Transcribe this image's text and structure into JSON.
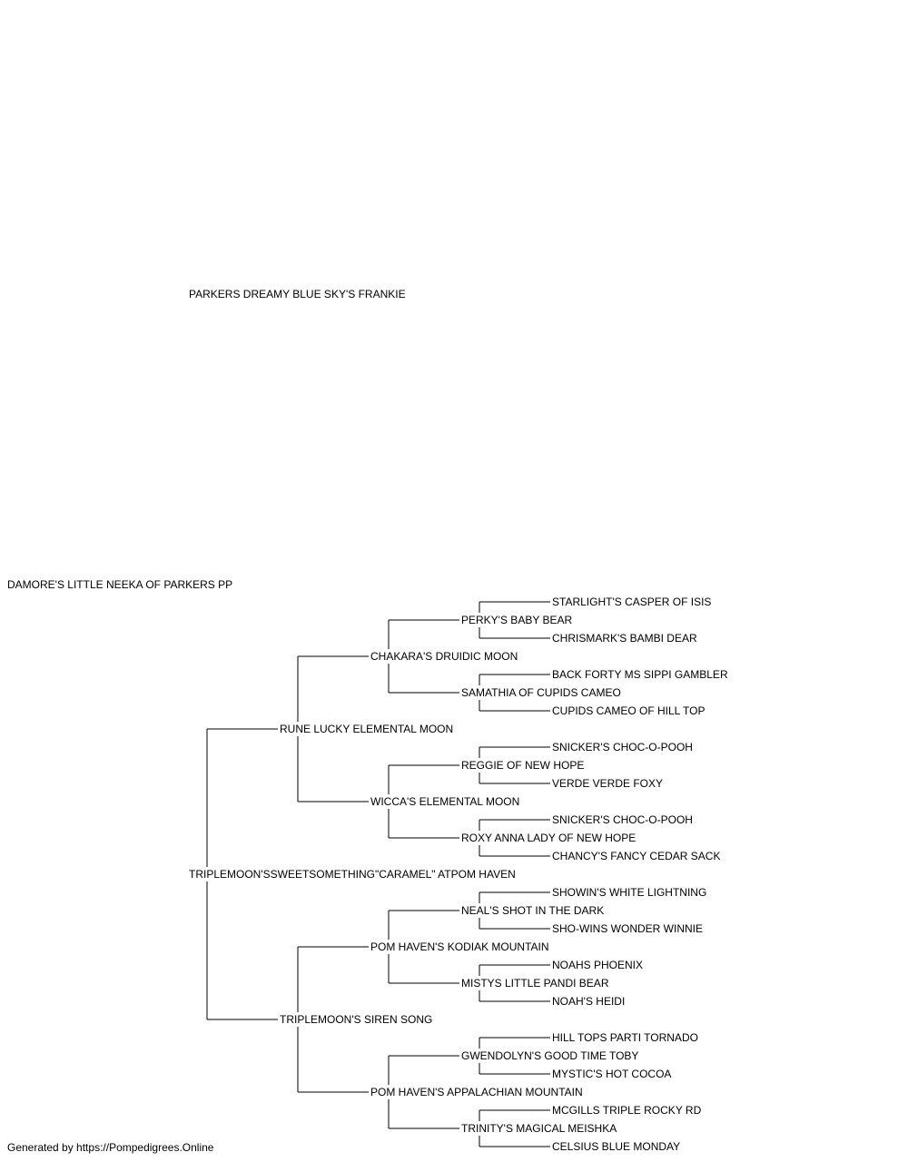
{
  "pedigree": {
    "subject": "DAMORE'S LITTLE NEEKA OF PARKERS PP",
    "sire": "PARKERS DREAMY BLUE SKY'S FRANKIE",
    "dam": {
      "name": "TRIPLEMOON'SSWEETSOMETHING\"CARAMEL\" ATPOM HAVEN",
      "sire": {
        "name": "RUNE LUCKY ELEMENTAL MOON",
        "sire": {
          "name": "CHAKARA'S DRUIDIC MOON",
          "sire": {
            "name": "PERKY'S BABY BEAR",
            "sire": "STARLIGHT'S CASPER OF ISIS",
            "dam": "CHRISMARK'S BAMBI DEAR"
          },
          "dam": {
            "name": "SAMATHIA OF CUPIDS CAMEO",
            "sire": "BACK FORTY MS SIPPI GAMBLER",
            "dam": "CUPIDS CAMEO OF HILL TOP"
          }
        },
        "dam": {
          "name": "WICCA'S ELEMENTAL MOON",
          "sire": {
            "name": "REGGIE OF NEW HOPE",
            "sire": "SNICKER'S CHOC-O-POOH",
            "dam": "VERDE VERDE FOXY"
          },
          "dam": {
            "name": "ROXY ANNA LADY OF NEW HOPE",
            "sire": "SNICKER'S CHOC-O-POOH",
            "dam": "CHANCY'S FANCY CEDAR SACK"
          }
        }
      },
      "dam": {
        "name": "TRIPLEMOON'S SIREN SONG",
        "sire": {
          "name": "POM HAVEN'S KODIAK MOUNTAIN",
          "sire": {
            "name": "NEAL'S SHOT IN THE DARK",
            "sire": "SHOWIN'S WHITE LIGHTNING",
            "dam": "SHO-WINS WONDER WINNIE"
          },
          "dam": {
            "name": "MISTYS LITTLE PANDI BEAR",
            "sire": "NOAHS PHOENIX",
            "dam": "NOAH'S HEIDI"
          }
        },
        "dam": {
          "name": "POM HAVEN'S APPALACHIAN MOUNTAIN",
          "sire": {
            "name": "GWENDOLYN'S GOOD TIME TOBY",
            "sire": "HILL TOPS PARTI TORNADO",
            "dam": "MYSTIC'S HOT COCOA"
          },
          "dam": {
            "name": "TRINITY'S MAGICAL MEISHKA",
            "sire": "MCGILLS TRIPLE ROCKY RD",
            "dam": "CELSIUS BLUE MONDAY"
          }
        }
      }
    }
  },
  "footer": "Generated by https://Pompedigrees.Online"
}
